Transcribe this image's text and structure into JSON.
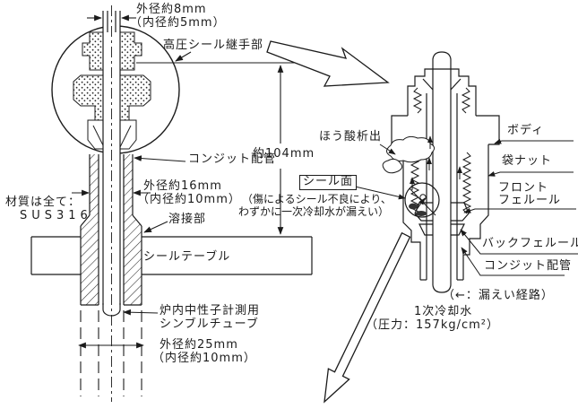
{
  "figure": {
    "type": "technical-cross-section-diagram",
    "subject": "高圧シール継手部（炉内中性子計測用シンブルチューブ貫通部）の断面図と漏えい箇所拡大図",
    "colors": {
      "line": "#1b1b1b",
      "background": "#ffffff"
    }
  },
  "left_diagram": {
    "dim_od8": "外径約8mm",
    "dim_id5": "（内径約5mm）",
    "joint_label": "高圧シール継手部",
    "conduit_label": "コンジット配管",
    "dim_od16": "外径約16mm",
    "dim_id10": "（内径約10mm）",
    "material_line1": "材質は全て：",
    "material_line2": "SUS316",
    "weld_label": "溶接部",
    "seal_table_label": "シールテーブル",
    "thimble_line1": "炉内中性子計測用",
    "thimble_line2": "シンブルチューブ",
    "dim_od25": "外径約25mm",
    "dim_id10b": "（内径約10mm）",
    "dim_height": "約104mm"
  },
  "right_diagram": {
    "boric_label": "ほう酸析出",
    "seal_face_label": "シール面",
    "seal_note_line1": "（傷によるシール不良により、",
    "seal_note_line2": "わずかに一次冷却水が漏えい）",
    "body_label": "ボディ",
    "cap_nut_label": "袋ナット",
    "front_ferrule_line1": "フロント",
    "front_ferrule_line2": "フェルール",
    "back_ferrule_label": "バックフェルール",
    "conduit_label": "コンジット配管",
    "leak_path_note": "（←：漏えい経路）",
    "coolant_line1": "1次冷却水",
    "coolant_line2": "（圧力：157kg/cm²）"
  },
  "icons": {
    "magnify_callout_arrow": "hollow-arrow-down-right",
    "leak_callout_arrow": "hollow-arrow-down-left",
    "leak_direction_glyph": "←"
  }
}
